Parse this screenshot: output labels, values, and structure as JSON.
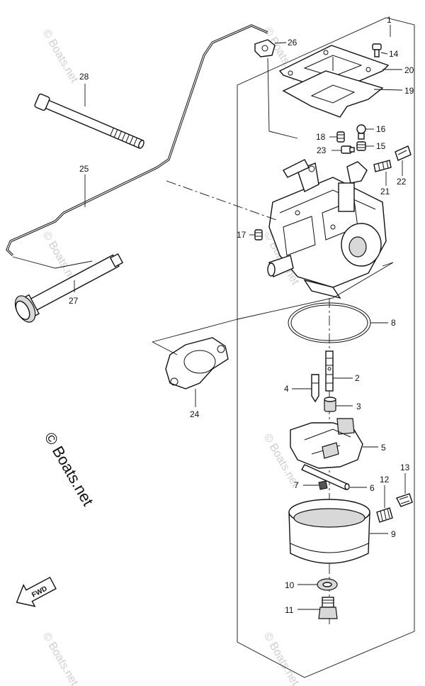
{
  "diagram": {
    "copyright": "© Boats.net",
    "watermark": "© Boats.net",
    "fwd_label": "FWD",
    "callouts": [
      {
        "id": "1",
        "label": "1"
      },
      {
        "id": "2",
        "label": "2"
      },
      {
        "id": "3",
        "label": "3"
      },
      {
        "id": "4",
        "label": "4"
      },
      {
        "id": "5",
        "label": "5"
      },
      {
        "id": "6",
        "label": "6"
      },
      {
        "id": "7",
        "label": "7"
      },
      {
        "id": "8",
        "label": "8"
      },
      {
        "id": "9",
        "label": "9"
      },
      {
        "id": "10",
        "label": "10"
      },
      {
        "id": "11",
        "label": "11"
      },
      {
        "id": "12",
        "label": "12"
      },
      {
        "id": "13",
        "label": "13"
      },
      {
        "id": "14",
        "label": "14"
      },
      {
        "id": "15",
        "label": "15"
      },
      {
        "id": "16",
        "label": "16"
      },
      {
        "id": "17",
        "label": "17"
      },
      {
        "id": "18",
        "label": "18"
      },
      {
        "id": "19",
        "label": "19"
      },
      {
        "id": "20",
        "label": "20"
      },
      {
        "id": "21",
        "label": "21"
      },
      {
        "id": "22",
        "label": "22"
      },
      {
        "id": "23",
        "label": "23"
      },
      {
        "id": "24",
        "label": "24"
      },
      {
        "id": "25",
        "label": "25"
      },
      {
        "id": "26",
        "label": "26"
      },
      {
        "id": "27",
        "label": "27"
      },
      {
        "id": "28",
        "label": "28"
      }
    ]
  }
}
